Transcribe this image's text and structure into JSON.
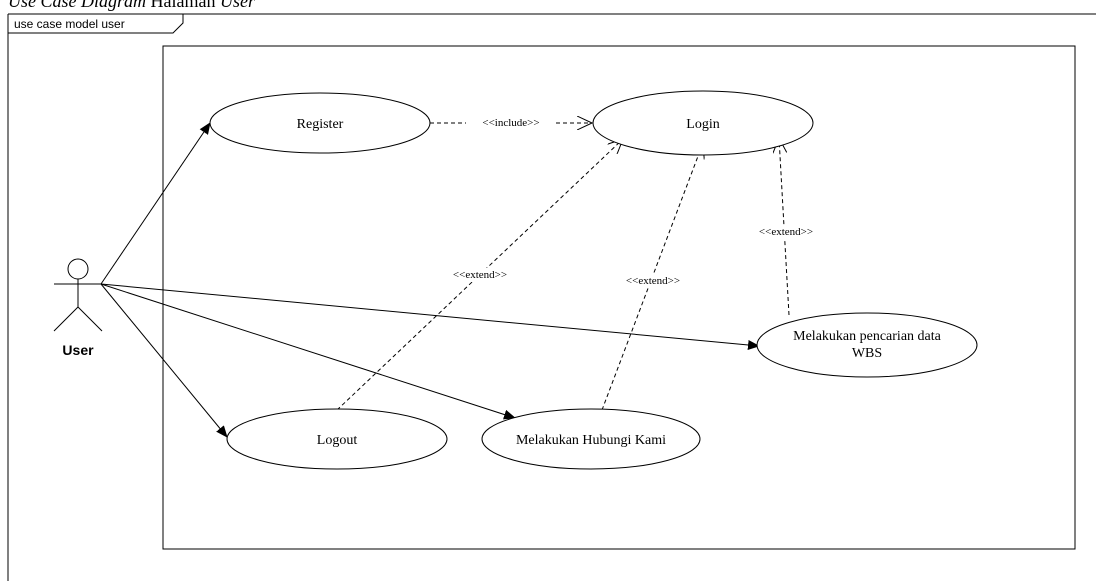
{
  "caption": {
    "part1": "Use Case Diagram",
    "part2": " Halaman ",
    "part3": "User"
  },
  "frame_label": "use case model user",
  "actor": {
    "label": "User"
  },
  "use_cases": {
    "register": "Register",
    "login": "Login",
    "logout": "Logout",
    "hubungi": "Melakukan Hubungi Kami",
    "pencarian_line1": "Melakukan pencarian data",
    "pencarian_line2": "WBS"
  },
  "relations": {
    "include": "<<include>>",
    "extend_logout": "<<extend>>",
    "extend_hubungi": "<<extend>>",
    "extend_pencarian": "<<extend>>"
  }
}
